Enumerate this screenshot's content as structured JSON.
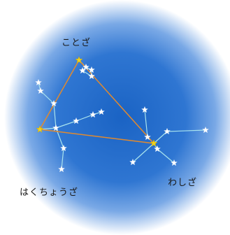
{
  "constellations": {
    "lyra": {
      "name": "ことざ"
    },
    "cygnus": {
      "name": "はくちょうざ"
    },
    "aquila": {
      "name": "わしざ"
    }
  },
  "colors": {
    "sky_center": "#1a63c4",
    "sky_mid": "#5d97e0",
    "sky_edge": "#ffffff",
    "constellation_line": "#a9e4ee",
    "triangle_line": "#e28a2e",
    "star_white": "#ffffff",
    "star_bright": "#f2d21a"
  }
}
